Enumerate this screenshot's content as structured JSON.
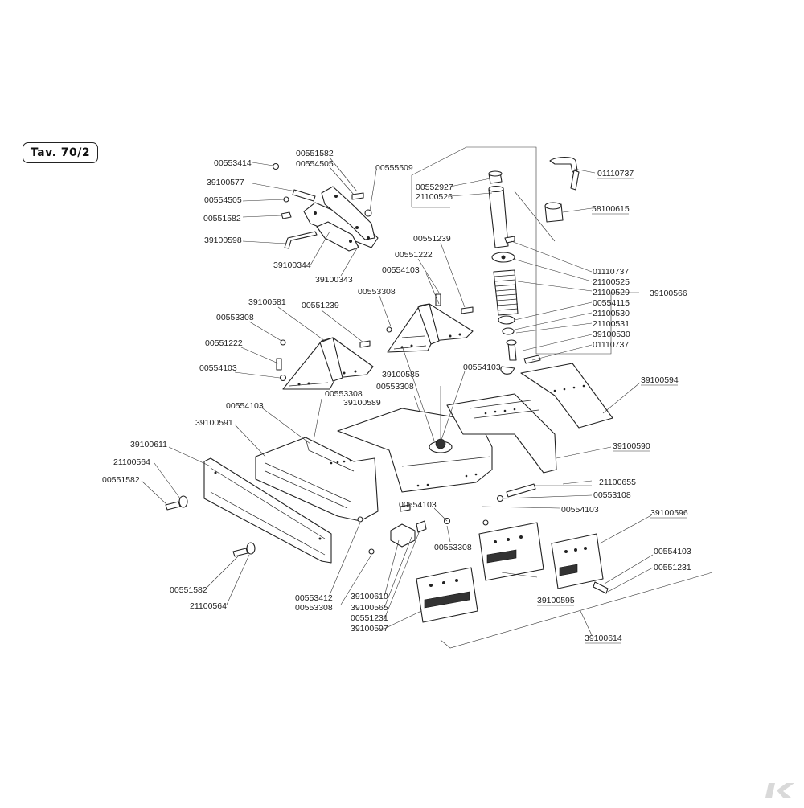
{
  "plate": {
    "title": "Tav. 70/2"
  },
  "callouts": [
    {
      "id": "c1",
      "text": "00553414"
    },
    {
      "id": "c2",
      "text": "39100577"
    },
    {
      "id": "c3",
      "text": "00554505"
    },
    {
      "id": "c4",
      "text": "00551582"
    },
    {
      "id": "c5",
      "text": "39100598"
    },
    {
      "id": "c6",
      "text": "39100344"
    },
    {
      "id": "c7",
      "text": "39100343"
    },
    {
      "id": "c8",
      "text": "00551582"
    },
    {
      "id": "c9",
      "text": "00554505"
    },
    {
      "id": "c10",
      "text": "00555509"
    },
    {
      "id": "c11",
      "text": "00552927"
    },
    {
      "id": "c12",
      "text": "21100526"
    },
    {
      "id": "c13",
      "text": "01110737"
    },
    {
      "id": "c14",
      "text": "58100615"
    },
    {
      "id": "c15",
      "text": "00551239"
    },
    {
      "id": "c16",
      "text": "00551222"
    },
    {
      "id": "c17",
      "text": "00554103"
    },
    {
      "id": "c18",
      "text": "00553308"
    },
    {
      "id": "c19",
      "text": "01110737"
    },
    {
      "id": "c20",
      "text": "21100525"
    },
    {
      "id": "c21",
      "text": "21100529"
    },
    {
      "id": "c22",
      "text": "00554115"
    },
    {
      "id": "c23",
      "text": "21100530"
    },
    {
      "id": "c24",
      "text": "21100531"
    },
    {
      "id": "c25",
      "text": "39100530"
    },
    {
      "id": "c26",
      "text": "01110737"
    },
    {
      "id": "c27",
      "text": "39100566"
    },
    {
      "id": "c28",
      "text": "39100581"
    },
    {
      "id": "c29",
      "text": "00551239"
    },
    {
      "id": "c30",
      "text": "00553308"
    },
    {
      "id": "c31",
      "text": "00551222"
    },
    {
      "id": "c32",
      "text": "00554103"
    },
    {
      "id": "c33",
      "text": "39100585"
    },
    {
      "id": "c34",
      "text": "00553308"
    },
    {
      "id": "c35",
      "text": "00554103"
    },
    {
      "id": "c36",
      "text": "39100594"
    },
    {
      "id": "c37",
      "text": "00553308"
    },
    {
      "id": "c38",
      "text": "39100589"
    },
    {
      "id": "c39",
      "text": "00554103"
    },
    {
      "id": "c40",
      "text": "39100591"
    },
    {
      "id": "c41",
      "text": "39100590"
    },
    {
      "id": "c42",
      "text": "39100611"
    },
    {
      "id": "c43",
      "text": "21100564"
    },
    {
      "id": "c44",
      "text": "00551582"
    },
    {
      "id": "c45",
      "text": "21100655"
    },
    {
      "id": "c46",
      "text": "00553108"
    },
    {
      "id": "c47",
      "text": "00554103"
    },
    {
      "id": "c48",
      "text": "00554103"
    },
    {
      "id": "c49",
      "text": "39100596"
    },
    {
      "id": "c50",
      "text": "00553308"
    },
    {
      "id": "c51",
      "text": "00554103"
    },
    {
      "id": "c52",
      "text": "00551231"
    },
    {
      "id": "c53",
      "text": "00551582"
    },
    {
      "id": "c54",
      "text": "21100564"
    },
    {
      "id": "c55",
      "text": "00553412"
    },
    {
      "id": "c56",
      "text": "00553308"
    },
    {
      "id": "c57",
      "text": "39100610"
    },
    {
      "id": "c58",
      "text": "39100565"
    },
    {
      "id": "c59",
      "text": "00551231"
    },
    {
      "id": "c60",
      "text": "39100597"
    },
    {
      "id": "c61",
      "text": "39100595"
    },
    {
      "id": "c62",
      "text": "39100614"
    }
  ]
}
